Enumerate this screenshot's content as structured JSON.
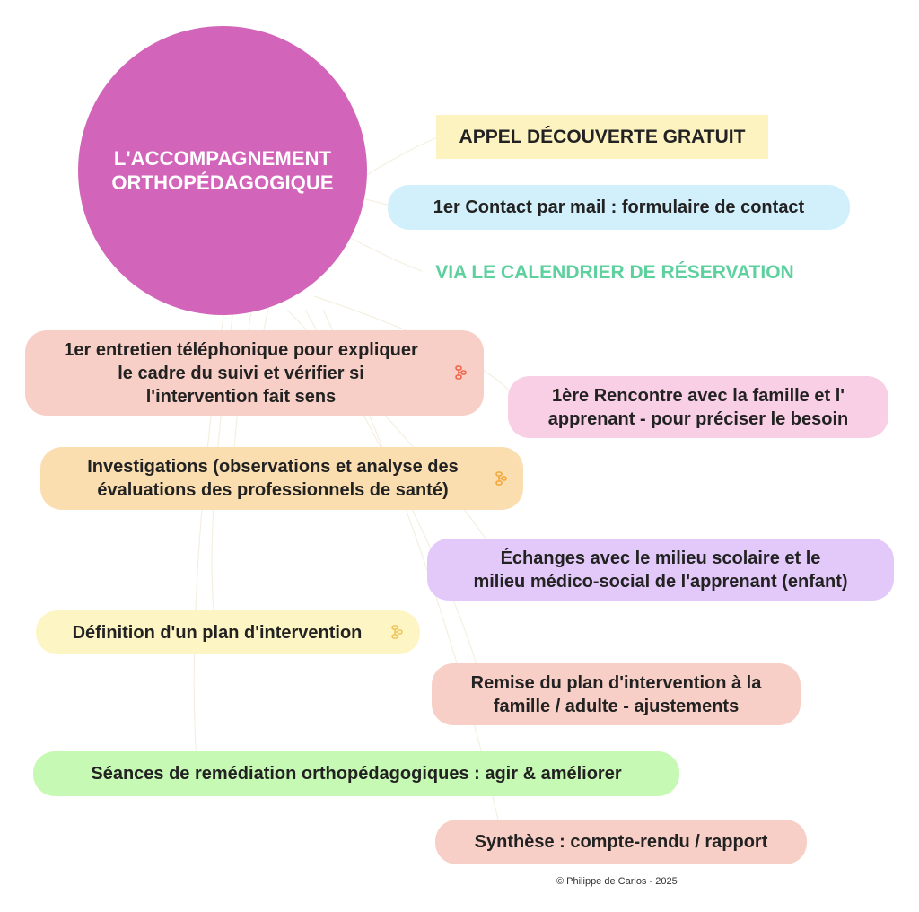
{
  "central": {
    "title": "L'ACCOMPAGNEMENT\nORTHOPÉDAGOGIQUE",
    "color": "#d265b9"
  },
  "nodes": [
    {
      "id": "appel",
      "text": "APPEL DÉCOUVERTE GRATUIT",
      "bg": "#fdf3c0",
      "has_branch_icon": false
    },
    {
      "id": "contact",
      "text": "1er Contact par mail : formulaire de contact",
      "bg": "#d2f0fb",
      "has_branch_icon": false
    },
    {
      "id": "calendrier",
      "text": "VIA LE CALENDRIER DE RÉSERVATION",
      "color": "#5dd09e",
      "has_branch_icon": false
    },
    {
      "id": "entretien",
      "text": "1er entretien téléphonique pour expliquer\nle cadre du suivi et vérifier si\nl'intervention fait sens",
      "bg": "#f8cfc6",
      "has_branch_icon": true,
      "icon_color": "#f0654a"
    },
    {
      "id": "rencontre",
      "text": "1ère Rencontre avec la famille et l'\napprenant - pour préciser le besoin",
      "bg": "#f9cfe6",
      "has_branch_icon": false
    },
    {
      "id": "investigations",
      "text": "Investigations  (observations et analyse des\névaluations des professionnels de santé)",
      "bg": "#fadeb0",
      "has_branch_icon": true,
      "icon_color": "#f5a83a"
    },
    {
      "id": "echanges",
      "text": "Échanges avec le milieu scolaire et le\nmilieu médico-social de l'apprenant (enfant)",
      "bg": "#e3c9f9",
      "has_branch_icon": false
    },
    {
      "id": "definition",
      "text": "Définition d'un plan d'intervention",
      "bg": "#fdf6c4",
      "has_branch_icon": true,
      "icon_color": "#f0c45a"
    },
    {
      "id": "remise",
      "text": "Remise du plan d'intervention à la\nfamille / adulte - ajustements",
      "bg": "#f8cfc6",
      "has_branch_icon": false
    },
    {
      "id": "seances",
      "text": "Séances de remédiation orthopédagogiques : agir & améliorer",
      "bg": "#c6f9b4",
      "has_branch_icon": false
    },
    {
      "id": "synthese",
      "text": "Synthèse : compte-rendu / rapport",
      "bg": "#f8cfc6",
      "has_branch_icon": false
    }
  ],
  "footer": {
    "copyright": "© Philippe de Carlos - 2025"
  }
}
